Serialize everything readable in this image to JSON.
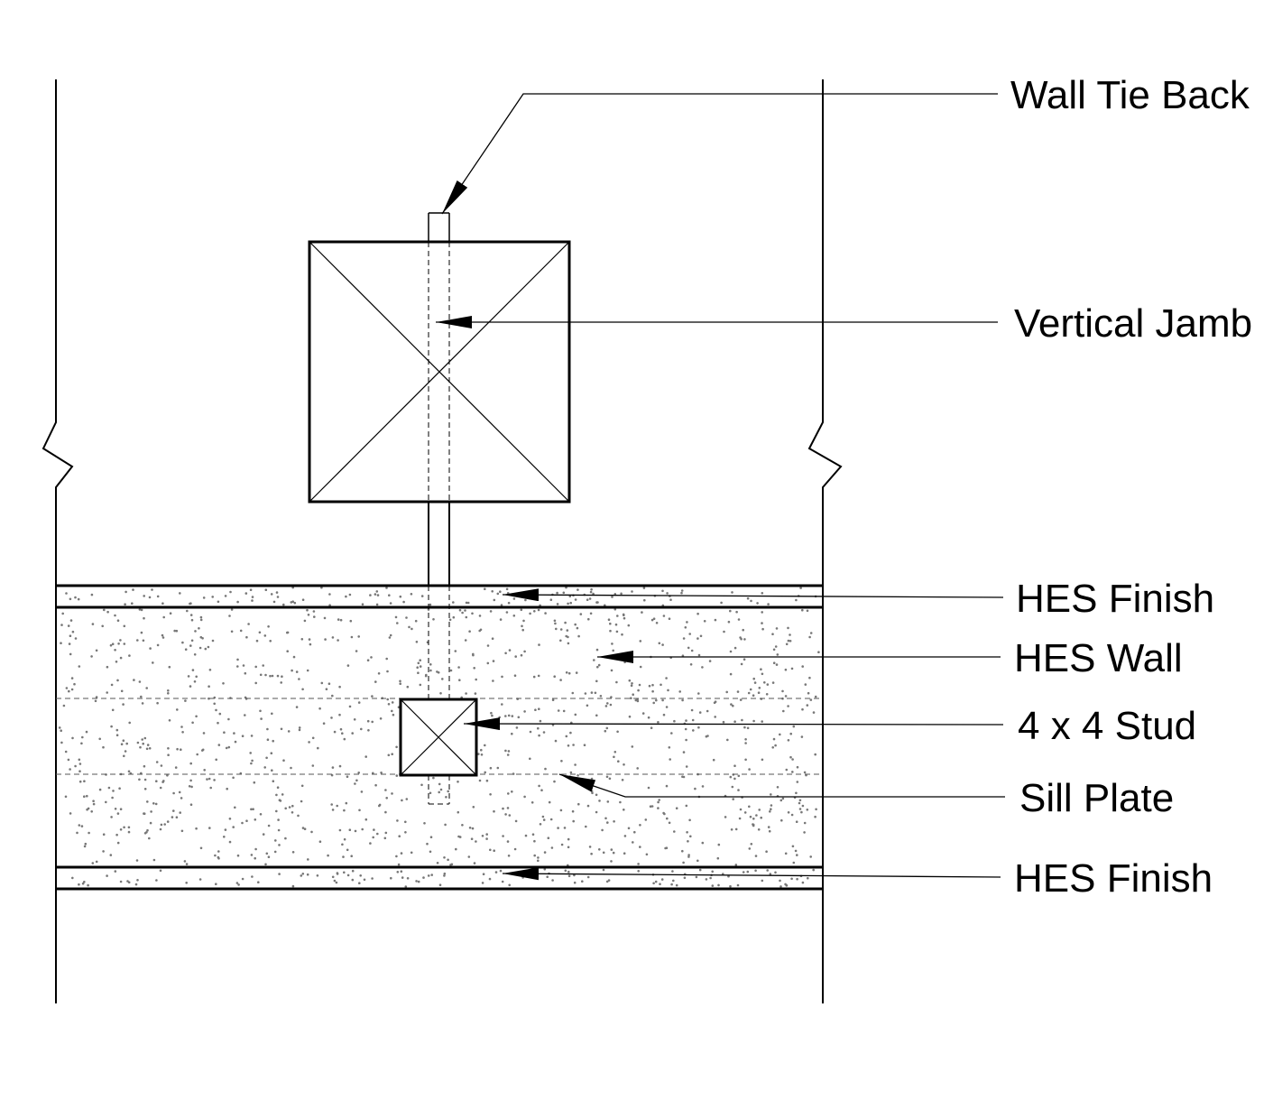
{
  "labels": {
    "wall_tie_back": "Wall Tie Back",
    "vertical_jamb": "Vertical Jamb",
    "hes_finish_top": "HES Finish",
    "hes_wall": "HES Wall",
    "stud": "4 x 4 Stud",
    "sill_plate": "Sill Plate",
    "hes_finish_bottom": "HES Finish"
  },
  "colors": {
    "line": "#000000",
    "stipple": "#777777"
  }
}
